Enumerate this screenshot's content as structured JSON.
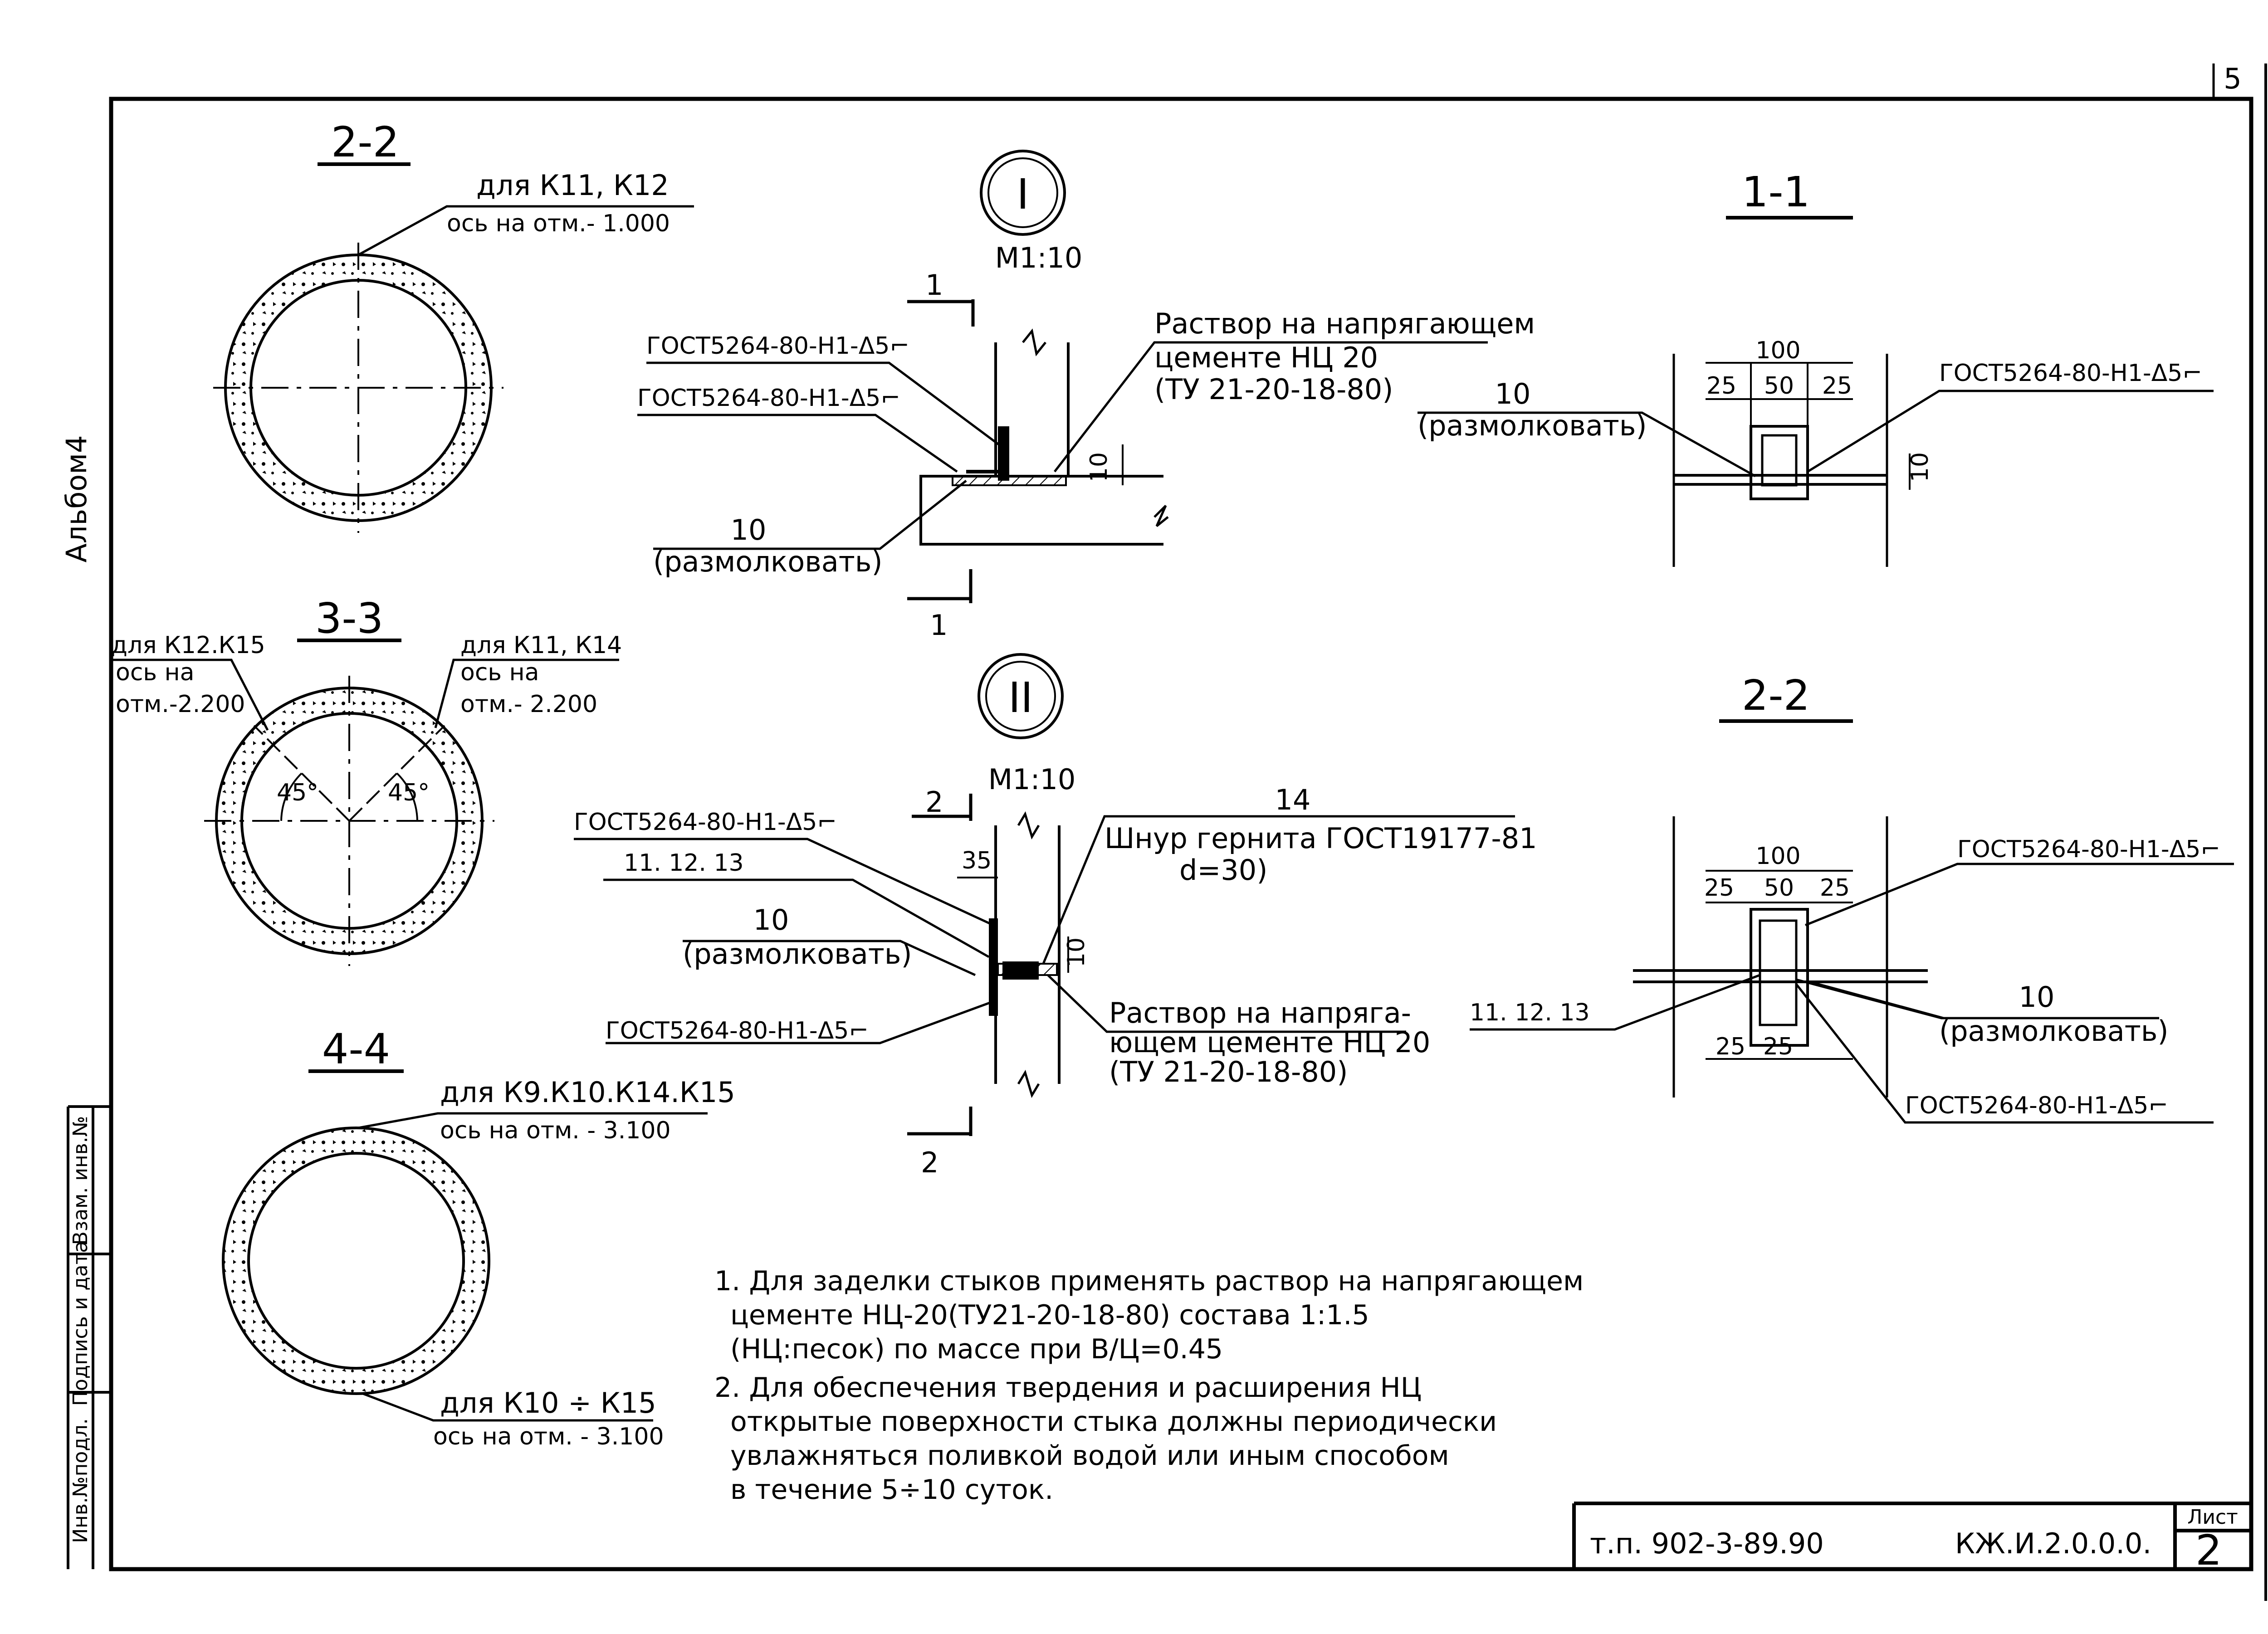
{
  "left_margin": {
    "album_label": "Альбом4",
    "stamp": [
      "Инв.№подл.",
      "Подпись и дата",
      "Взам. инв.№"
    ]
  },
  "views": {
    "section_2_2_ring": {
      "title": "2-2",
      "lines": [
        "для К11, К12",
        "ось на отм.- 1.000"
      ]
    },
    "section_3_3_ring": {
      "title": "3-3",
      "left_lines": [
        "для К12.К15",
        "ось на",
        "отм.-2.200"
      ],
      "right_lines": [
        "для К11, К14",
        "ось на",
        "отм.- 2.200"
      ],
      "angle_left": "45°",
      "angle_right": "45°"
    },
    "section_4_4_ring": {
      "title": "4-4",
      "top_lines": [
        "для К9.К10.К14.К15",
        "ось на отм. - 3.100"
      ],
      "bottom_lines": [
        "для К10 ÷ К15",
        "ось на отм. - 3.100"
      ]
    },
    "node_1": {
      "marker": "I",
      "scale": "М1:10",
      "cut_label": "1",
      "gost_1": "ГОСТ5264-80-Н1-Δ5⌐",
      "gost_2": "ГОСТ5264-80-Н1-Δ5⌐",
      "mortar_lines": [
        "Раствор на напрягающем",
        "цементе НЦ 20",
        "(ТУ 21-20-18-80)"
      ],
      "dim_10": "10",
      "pos_10": "10",
      "caulk": "(размолковать)"
    },
    "node_2": {
      "marker": "II",
      "scale": "М1:10",
      "cut_label": "2",
      "gost_1": "ГОСТ5264-80-Н1-Δ5⌐",
      "gost_2": "ГОСТ5264-80-Н1-Δ5⌐",
      "positions": "11. 12. 13",
      "pos_10": "10",
      "caulk": "(размолковать)",
      "dim_35": "35",
      "dim_10": "10",
      "cord_pos": "14",
      "cord_lines": [
        "Шнур гернита ГОСТ19177-81",
        "d=30)"
      ],
      "mortar_lines": [
        "Раствор на напряга-",
        "ющем цементе НЦ 20",
        "(ТУ 21-20-18-80)"
      ]
    },
    "section_1_1_detail": {
      "title": "1-1",
      "dim_100": "100",
      "dim_25a": "25",
      "dim_50": "50",
      "dim_25b": "25",
      "dim_10": "10",
      "gost": "ГОСТ5264-80-Н1-Δ5⌐",
      "pos_10": "10",
      "caulk": "(размолковать)"
    },
    "section_2_2_detail": {
      "title": "2-2",
      "dim_100": "100",
      "dim_25a": "25",
      "dim_50": "50",
      "dim_25b": "25",
      "dim_25c": "25",
      "dim_25d": "25",
      "gost_1": "ГОСТ5264-80-Н1-Δ5⌐",
      "gost_2": "ГОСТ5264-80-Н1-Δ5⌐",
      "positions": "11. 12. 13",
      "pos_10": "10",
      "caulk": "(размолковать)"
    }
  },
  "notes": [
    "1. Для заделки стыков применять раствор на напрягающем",
    "цементе НЦ-20(ТУ21-20-18-80) состава 1:1.5",
    "(НЦ:песок) по массе при В/Ц=0.45",
    "2. Для обеспечения твердения и расширения НЦ",
    "открытые поверхности стыка должны периодически",
    "увлажняться поливкой водой или иным способом",
    "в течение 5÷10 суток."
  ],
  "title_block": {
    "project": "т.п. 902-3-89.90",
    "code": "КЖ.И.2.0.0.0.",
    "sheet_label": "Лист",
    "sheet_no": "2",
    "corner_no": "5"
  }
}
